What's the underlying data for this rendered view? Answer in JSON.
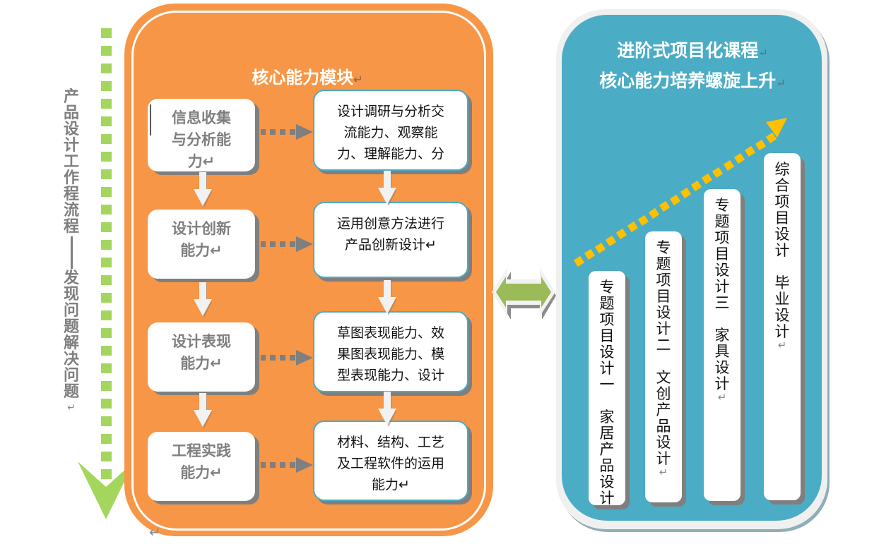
{
  "side_label": {
    "part1": [
      "产",
      "品",
      "设",
      "计",
      "工",
      "作",
      "程",
      "流",
      "程"
    ],
    "part2": [
      "发",
      "现",
      "问",
      "题",
      "解",
      "决",
      "问",
      "题"
    ],
    "end_mark": "↵"
  },
  "core_module": {
    "title": "核心能力模块",
    "title_mark": "↵",
    "steps": [
      {
        "line1": "信息收集",
        "line2": "与分析能",
        "line3": "力↵"
      },
      {
        "line1": "设计创新",
        "line2": "能力↵",
        "line3": ""
      },
      {
        "line1": "设计表现",
        "line2": "能力↵",
        "line3": ""
      },
      {
        "line1": "工程实践",
        "line2": "能力↵",
        "line3": ""
      }
    ],
    "abilities": [
      {
        "line1": "设计调研与分析交",
        "line2": "流能力、观察能",
        "line3": "力、理解能力、分"
      },
      {
        "line1": "运用创意方法进行",
        "line2": "产品创新设计↵",
        "line3": ""
      },
      {
        "line1": "草图表现能力、效",
        "line2": "果图表现能力、模",
        "line3": "型表现能力、设计"
      },
      {
        "line1": "材料、结构、工艺",
        "line2": "及工程软件的运用",
        "line3": "能力↵"
      }
    ]
  },
  "progressive": {
    "title_line1": "进阶式项目化课程",
    "title_line2": "核心能力培养螺旋上升",
    "title_mark": "↵",
    "courses": [
      {
        "part1": "专题项目设计一",
        "part2": "家居产品设计"
      },
      {
        "part1": "专题项目设计二",
        "part2": "文创产品设计"
      },
      {
        "part1": "专题项目设计三",
        "part2": "家具设计"
      },
      {
        "part1": "综合项目设计",
        "part2": "毕业设计"
      }
    ],
    "course_end_mark": "↵"
  },
  "bottom_mark": "↵",
  "colors": {
    "orange": "#f79646",
    "blue": "#4bacc6",
    "green": "#a4d65e",
    "arrow_green": "#9bbb59",
    "yellow": "#ffc000",
    "gray_text": "#7f7f7f"
  }
}
